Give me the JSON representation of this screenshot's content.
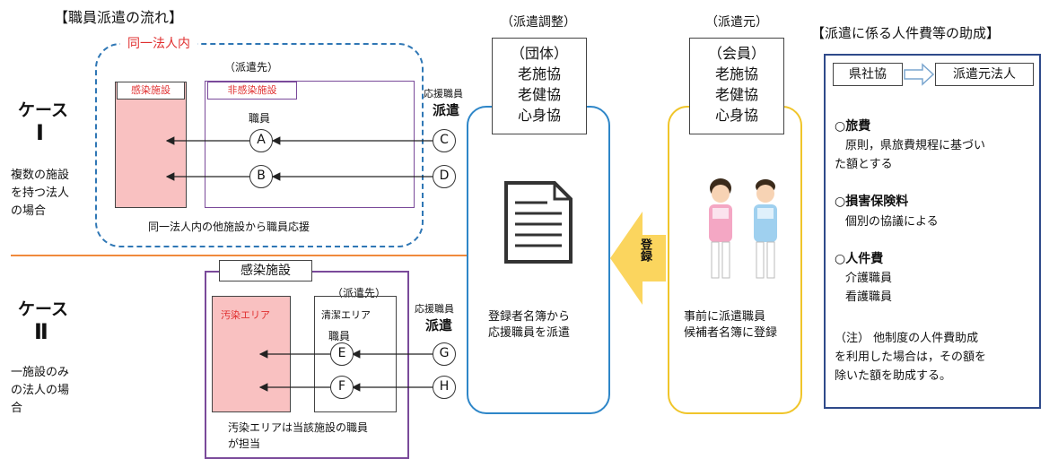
{
  "left_title": "【職員派遣の流れ】",
  "right_title": "【派遣に係る人件費等の助成】",
  "case1": {
    "label": "ケース",
    "numeral": "Ⅰ",
    "desc_lines": [
      "複数の施設",
      "を持つ法人",
      "の場合"
    ],
    "dashed_label": "同一法人内",
    "dest_label": "（派遣先）",
    "infected_facility": "感染施設",
    "noninfected_facility": "非感染施設",
    "staff_label": "職員",
    "caption": "同一法人内の他施設から職員応援",
    "circles": [
      "A",
      "B",
      "C",
      "D"
    ],
    "support_small": "応援職員",
    "support_big": "派遣"
  },
  "case2": {
    "label": "ケース",
    "numeral": "Ⅱ",
    "desc_lines": [
      "一施設のみ",
      "の法人の場",
      "合"
    ],
    "facility_label": "感染施設",
    "dest_label": "（派遣先）",
    "contaminated_area": "汚染エリア",
    "clean_area": "清潔エリア",
    "staff_label": "職員",
    "caption_lines": [
      "汚染エリアは当該施設の職員",
      "が担当"
    ],
    "circles": [
      "E",
      "F",
      "G",
      "H"
    ],
    "support_small": "応援職員",
    "support_big": "派遣"
  },
  "coordination": {
    "header": "（派遣調整）",
    "group_lines": [
      "（団体）",
      "老施協",
      "老健協",
      "心身協"
    ],
    "text_lines": [
      "登録者名簿から",
      "応援職員を派遣"
    ]
  },
  "registration_arrow": "登録",
  "source": {
    "header": "（派遣元）",
    "member_lines": [
      "（会員）",
      "老施協",
      "老健協",
      "心身協"
    ],
    "text_lines": [
      "事前に派遣職員",
      "候補者名簿に登録"
    ]
  },
  "subsidy": {
    "from": "県社協",
    "to": "派遣元法人",
    "items": [
      {
        "title": "○旅費",
        "lines": [
          "原則，県旅費規程に基づい",
          "た額とする"
        ]
      },
      {
        "title": "○損害保険料",
        "lines": [
          "個別の協議による"
        ]
      },
      {
        "title": "○人件費",
        "lines": [
          "介護職員",
          "看護職員"
        ]
      }
    ],
    "note_lines": [
      "（注） 他制度の人件費助成",
      "を利用した場合は，その額を",
      "除いた額を助成する。"
    ]
  },
  "colors": {
    "dashed_blue": "#2f77b5",
    "purple": "#7a4a9a",
    "infected_fill": "#f9c1c1",
    "red_text": "#e03030",
    "coord_border": "#2e86c8",
    "source_border": "#f0c52a",
    "arrow_fill": "#fbd55e",
    "divider": "#f08a3c",
    "subsidy_border": "#2f4a8a"
  }
}
